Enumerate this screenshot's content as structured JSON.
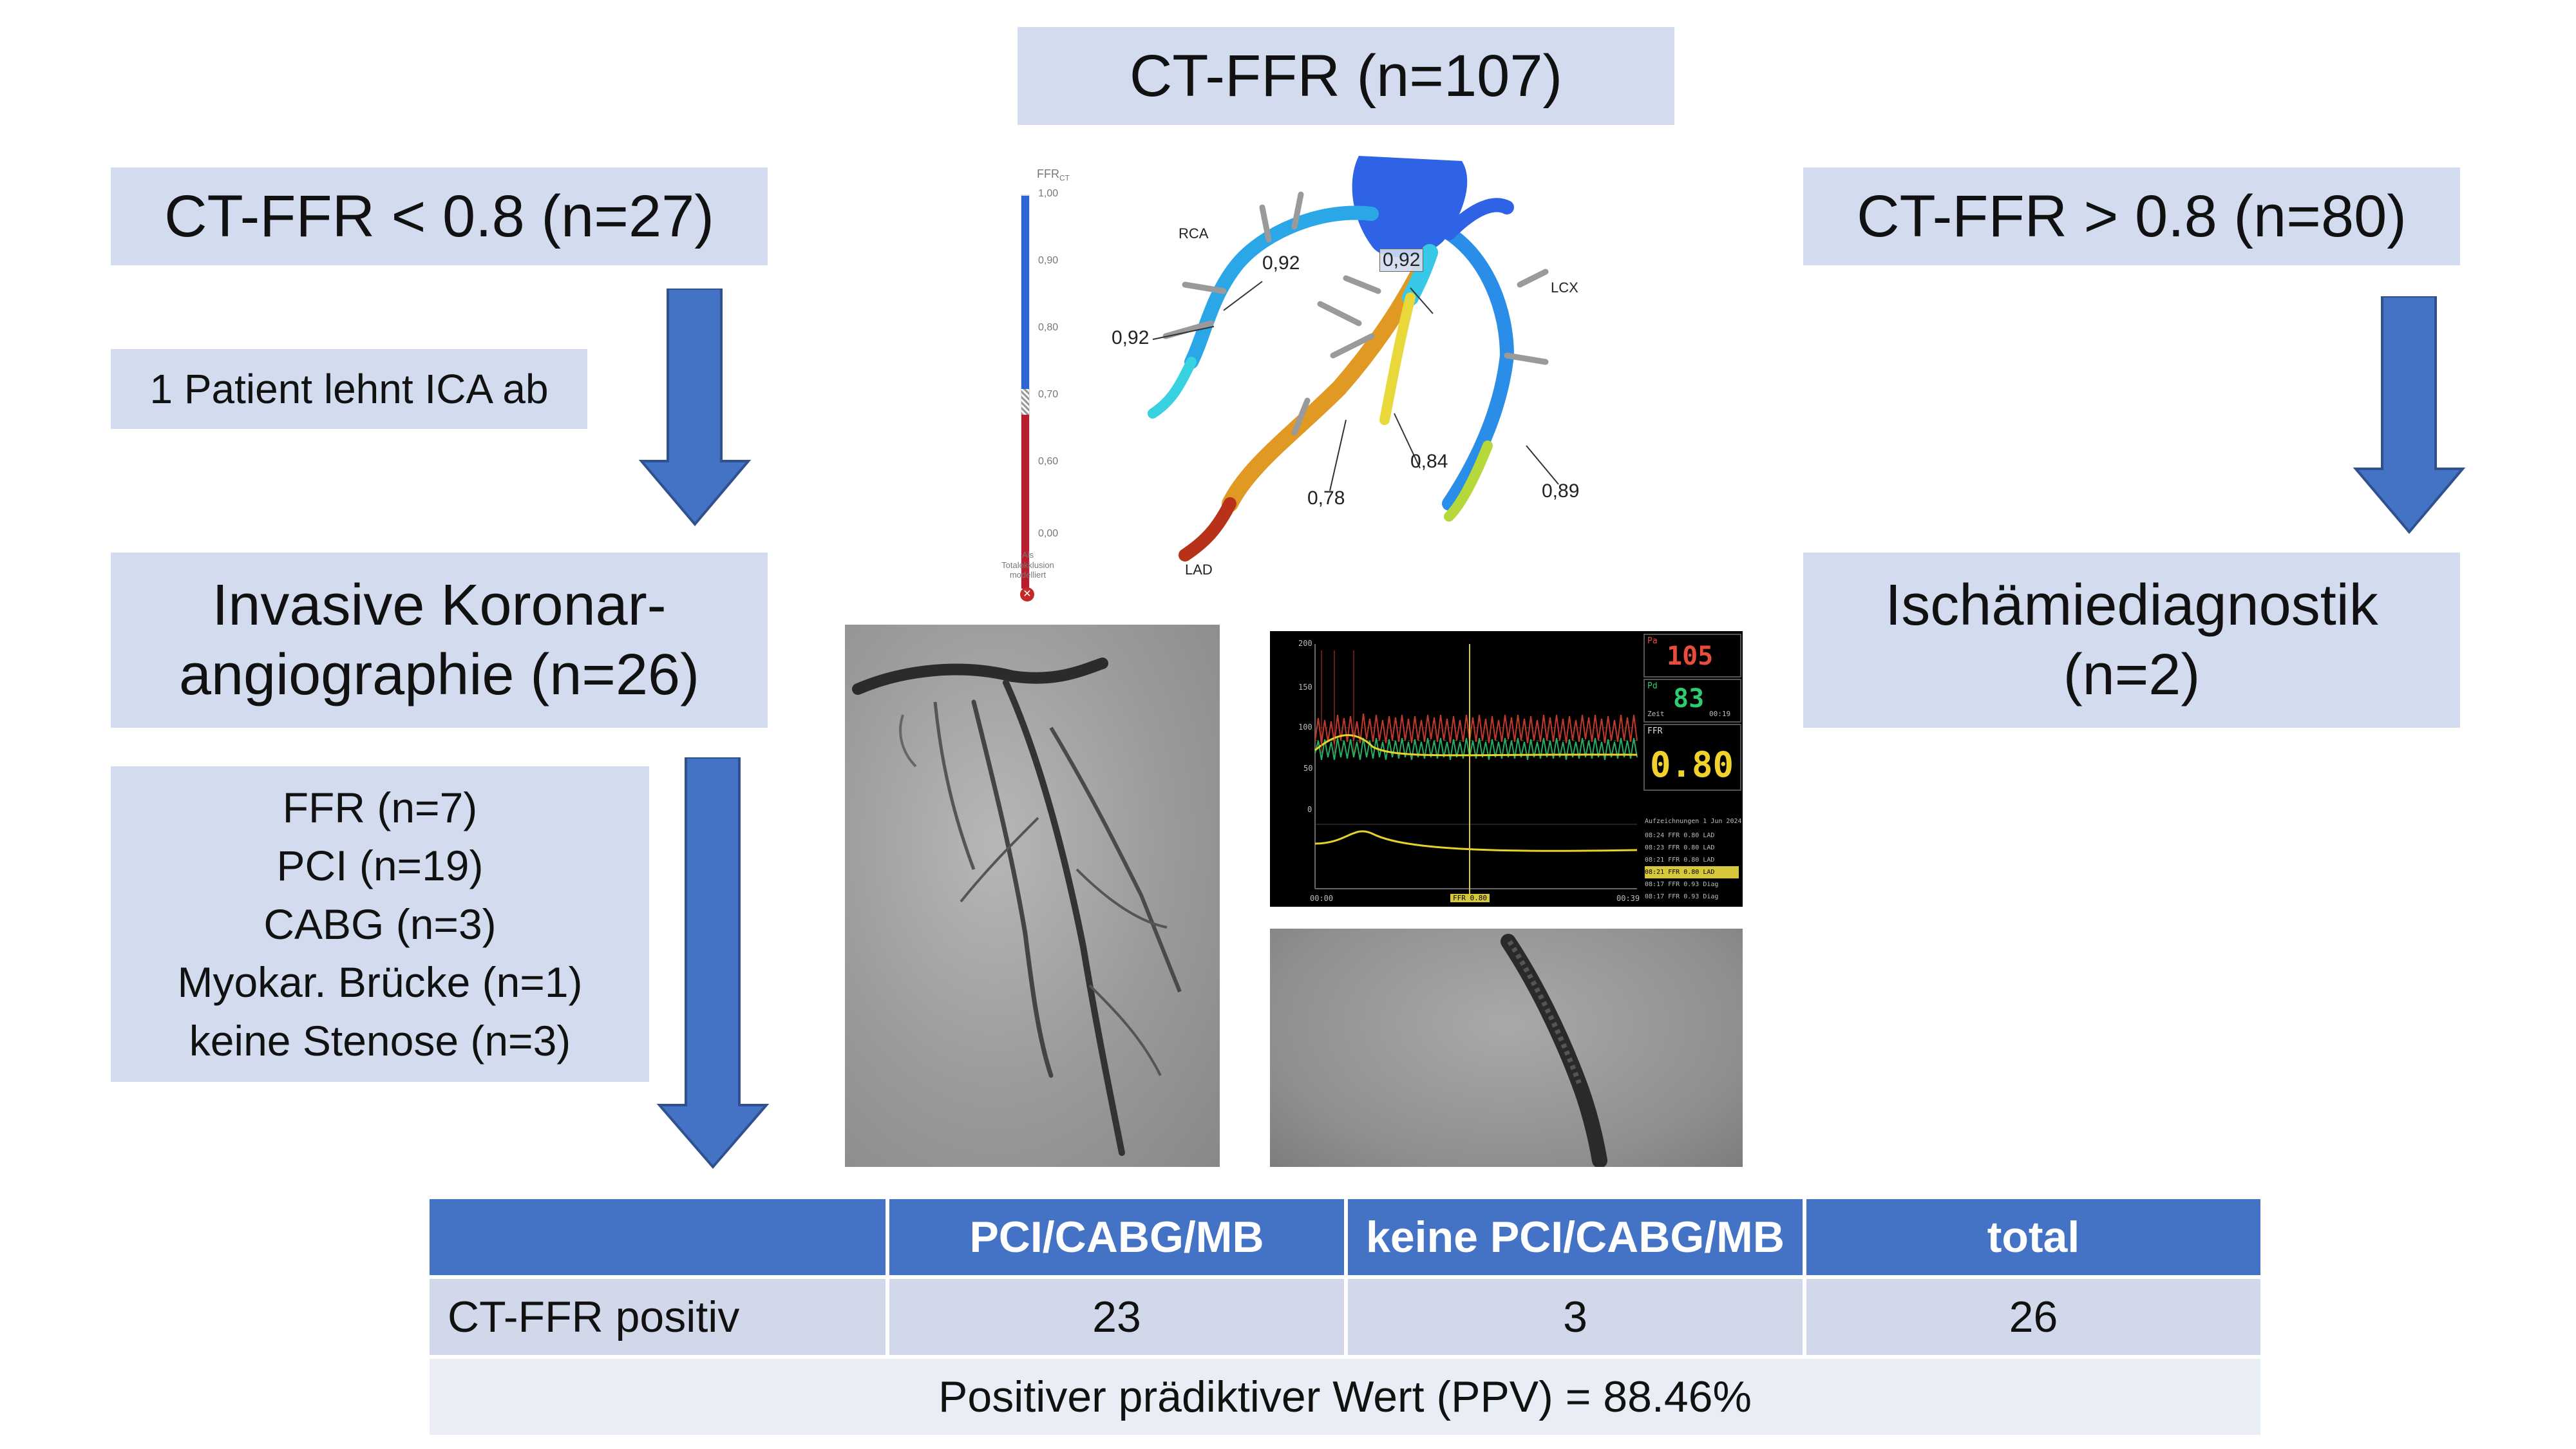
{
  "boxes": {
    "top": "CT-FFR (n=107)",
    "left_top": "CT-FFR < 0.8 (n=27)",
    "right_top": "CT-FFR > 0.8 (n=80)",
    "refusal": "1 Patient lehnt ICA ab",
    "ica_line1": "Invasive Koronar-",
    "ica_line2": "angiographie (n=26)",
    "ischemia_line1": "Ischämiediagnostik",
    "ischemia_line2": "(n=2)",
    "outcomes": [
      "FFR (n=7)",
      "PCI (n=19)",
      "CABG (n=3)",
      "Myokar. Brücke (n=1)",
      "keine Stenose (n=3)"
    ]
  },
  "ct_model": {
    "scale_title": "FFR",
    "scale_sub": "CT",
    "scale_ticks": [
      "1,00",
      "0,90",
      "0,80",
      "0,70",
      "0,60",
      "0,00"
    ],
    "scale_footer": [
      "Als",
      "Totalokklusion",
      "modelliert"
    ],
    "vessels": {
      "rca": "RCA",
      "lcx": "LCX",
      "lad": "LAD"
    },
    "values": {
      "v1": "0,92",
      "v2": "0,92",
      "v3": "0,92",
      "v4": "0,84",
      "v5": "0,78",
      "v6": "0,89"
    }
  },
  "ffr_monitor": {
    "pa_label": "Pa",
    "pa_value": "105",
    "pd_label": "Pd",
    "pd_value": "83",
    "zeit_label": "Zeit",
    "zeit_value": "00:19",
    "ffr_label": "FFR",
    "ffr_value": "0.80",
    "y_ticks": [
      "200",
      "150",
      "100",
      "50",
      "0"
    ],
    "x_start": "00:00",
    "x_end": "00:39",
    "marker": "FFR 0.80",
    "log_title": "Aufzeichnungen 1 Jun 2024",
    "log": [
      [
        "08:24",
        "FFR",
        "0.80",
        "LAD"
      ],
      [
        "08:23",
        "FFR",
        "0.80",
        "LAD"
      ],
      [
        "08:21",
        "FFR",
        "0.80",
        "LAD"
      ],
      [
        "08:21",
        "FFR",
        "0.80",
        "LAD"
      ],
      [
        "08:17",
        "FFR",
        "0.93",
        "Diag"
      ],
      [
        "08:17",
        "FFR",
        "0.93",
        "Diag"
      ]
    ]
  },
  "table": {
    "headers": [
      "",
      "PCI/CABG/MB",
      "keine PCI/CABG/MB",
      "total"
    ],
    "row_label": "CT-FFR positiv",
    "row_values": [
      "23",
      "3",
      "26"
    ],
    "ppv": "Positiver prädiktiver Wert (PPV) = 88.46%"
  },
  "colors": {
    "box_bg": "#d2dcee",
    "arrow": "#4472c4",
    "table_header": "#4472c4"
  }
}
